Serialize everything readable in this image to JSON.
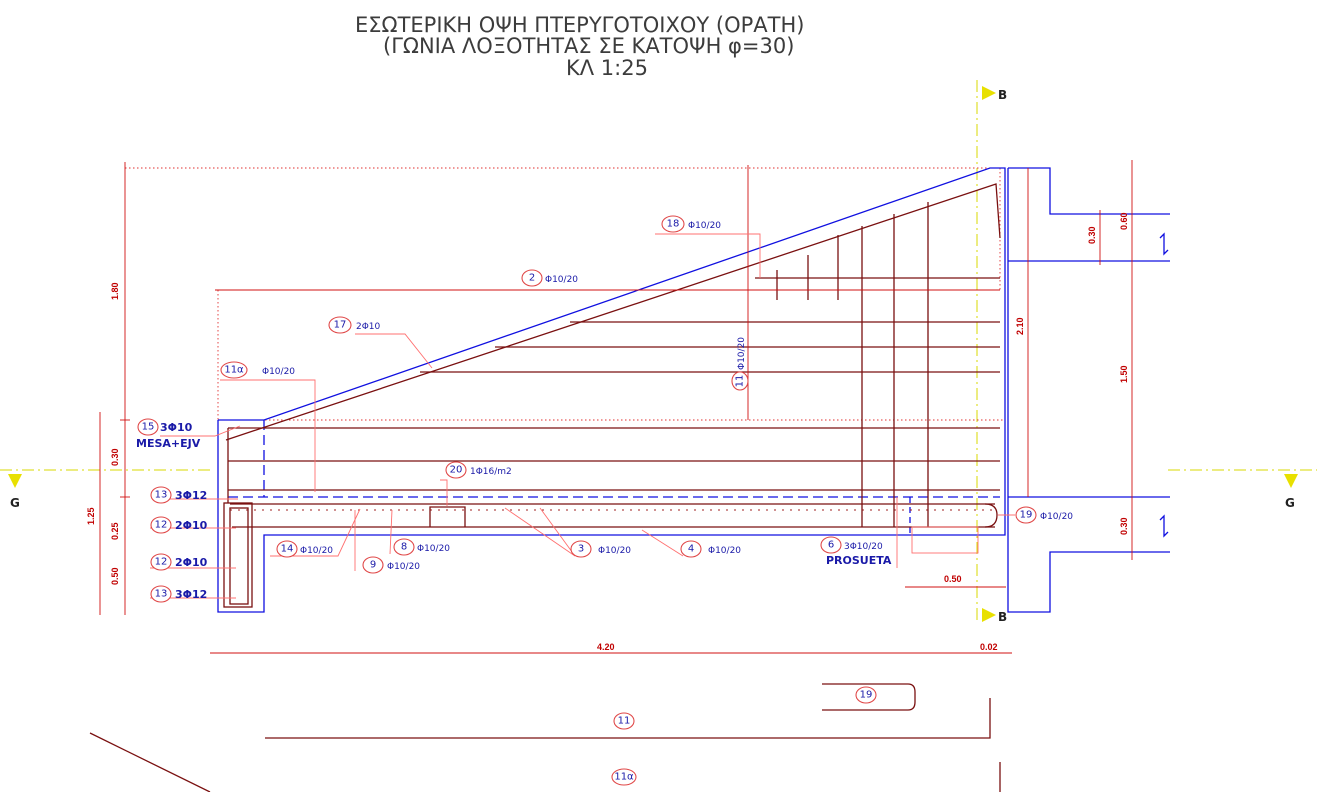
{
  "title": {
    "line1": "ΕΣΩΤΕΡΙΚΗ ΟΨΗ ΠΤΕΡΥΓΟΤΟΙΧΟΥ (ΟΡΑΤΗ)",
    "line2": "(ΓΩΝΙΑ ΛΟΞΟΤΗΤΑΣ ΣΕ ΚΑΤΟΨΗ φ=30)",
    "line3": "ΚΛ 1:25"
  },
  "sections": {
    "b_top": "B",
    "b_bottom": "B",
    "g_left": "G",
    "g_right": "G"
  },
  "labels": {
    "l2": {
      "num": "2",
      "text": "Φ10/20"
    },
    "l18": {
      "num": "18",
      "text": "Φ10/20"
    },
    "l17": {
      "num": "17",
      "text": "2Φ10"
    },
    "l11a": {
      "num": "11α",
      "text": "Φ10/20"
    },
    "l11": {
      "num": "11",
      "text": "Φ10/20"
    },
    "l15": {
      "num": "15",
      "text": "3Φ10",
      "sub": "MESA+EJV"
    },
    "l20": {
      "num": "20",
      "text": "1Φ16/m2"
    },
    "l13a": {
      "num": "13",
      "text": "3Φ12"
    },
    "l12a": {
      "num": "12",
      "text": "2Φ10"
    },
    "l12b": {
      "num": "12",
      "text": "2Φ10"
    },
    "l13b": {
      "num": "13",
      "text": "3Φ12"
    },
    "l14": {
      "num": "14",
      "text": "Φ10/20"
    },
    "l8": {
      "num": "8",
      "text": "Φ10/20"
    },
    "l9": {
      "num": "9",
      "text": "Φ10/20"
    },
    "l3": {
      "num": "3",
      "text": "Φ10/20"
    },
    "l4": {
      "num": "4",
      "text": "Φ10/20"
    },
    "l6": {
      "num": "6",
      "text": "3Φ10/20",
      "sub": "PROSUETA"
    },
    "l19": {
      "num": "19",
      "text": "Φ10/20"
    }
  },
  "dimensions": {
    "h_total": "1.80",
    "h_b1": "0.30",
    "h_b2": "0.25",
    "h_b3": "0.50",
    "h_b4": "1.25",
    "w_total": "4.20",
    "w_small": "0.02",
    "w_050": "0.50",
    "r_030a": "0.30",
    "r_060": "0.60",
    "r_210": "2.10",
    "r_150": "1.50",
    "r_030b": "0.30"
  },
  "shapes": {
    "s19": "19",
    "s11": "11",
    "s11a": "11α"
  }
}
